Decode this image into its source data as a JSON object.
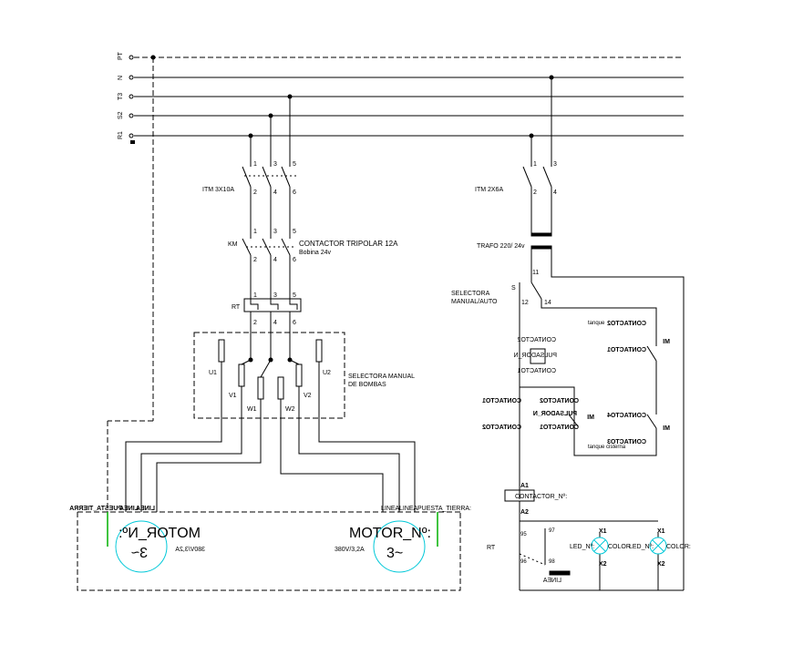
{
  "bus": {
    "lines": [
      "PT",
      "N",
      "T3",
      "S2",
      "R1"
    ]
  },
  "power": {
    "itm": "ITM 3X10A",
    "km": "KM",
    "contactor": "CONTACTOR TRIPOLAR 12A",
    "bobina": "Bobina 24v",
    "rt": "RT",
    "selectora": "SELECTORA MANUAL",
    "bombas": "DE BOMBAS",
    "pins_top": [
      "1",
      "3",
      "5"
    ],
    "pins_bottom": [
      "2",
      "4",
      "6"
    ],
    "terminals": [
      "U1",
      "V1",
      "W1",
      "W2",
      "V2",
      "U2"
    ]
  },
  "motors": [
    {
      "title": "MOTOR_Nº:",
      "phase": "3~",
      "rating": "380V/3,2A",
      "conn": "LINEA",
      "conn2": "LINEA",
      "conn3": "PUESTA_TIERRA"
    },
    {
      "title": "MOTOR_Nº:",
      "phase": "3~",
      "rating": "380V/3,2A",
      "conn": "LINEA",
      "conn2": "LINEA",
      "conn3": "PUESTA_TIERRA:"
    }
  ],
  "control": {
    "itm": "ITM 2X6A",
    "trafo": "TRAFO 220/ 24v",
    "sel_s": "S",
    "selectora": "SELECTORA",
    "manual_auto": "MANUAL/AUTO",
    "pins": [
      "1",
      "3",
      "2",
      "4",
      "11",
      "12",
      "14"
    ],
    "contacto2": "CONTACTO2",
    "contacto1": "CONTACTO1",
    "pulsador": "PULSADOR_N",
    "tanque": "tanque",
    "contactos": [
      "CONTACTO1",
      "CONTACTO2",
      "CONTACTO3",
      "CONTACTO4"
    ],
    "tanque_cisterna": "tanque cisterna",
    "mi": "MI",
    "a1": "A1",
    "a2": "A2",
    "contactor": "CONTACTOR_Nº:",
    "rt": "RT",
    "rt_pins": [
      "95",
      "96",
      "97",
      "98"
    ],
    "linea": "LINEA",
    "led": "LED_Nº:",
    "color": "COLOR",
    "color2": "COLOR:",
    "x1": "X1",
    "x2": "X2"
  }
}
